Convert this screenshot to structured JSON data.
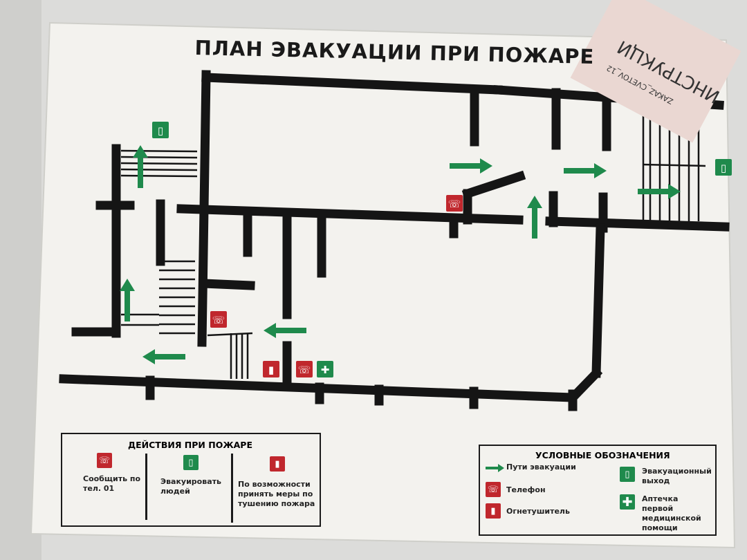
{
  "title": "ПЛАН ЭВАКУАЦИИ ПРИ ПОЖАРЕ",
  "actions": {
    "heading": "ДЕЙСТВИЯ ПРИ ПОЖАРЕ",
    "items": [
      {
        "icon": "phone-icon",
        "text": "Сообщить по тел. 01"
      },
      {
        "icon": "exit-icon",
        "text": "Эвакуировать людей"
      },
      {
        "icon": "extinguisher-icon",
        "text": "По возможности принять меры по тушению пожара"
      }
    ]
  },
  "legend": {
    "heading": "УСЛОВНЫЕ ОБОЗНАЧЕНИЯ",
    "items": [
      {
        "icon": "arrow-icon",
        "text": "Пути эвакуации"
      },
      {
        "icon": "phone-icon",
        "text": "Телефон"
      },
      {
        "icon": "extinguisher-icon",
        "text": "Огнетушитель"
      },
      {
        "icon": "exit-icon",
        "text": "Эвакуационный выход"
      },
      {
        "icon": "first-aid-icon",
        "text": "Аптечка первой медицинской помощи"
      }
    ]
  },
  "sticker": {
    "title": "ИНСТРУКЦИ",
    "brand": "ZAKAZ_CVETOV_12"
  },
  "colors": {
    "green": "#1f8a4c",
    "red": "#c0272d",
    "wall": "#151515"
  }
}
